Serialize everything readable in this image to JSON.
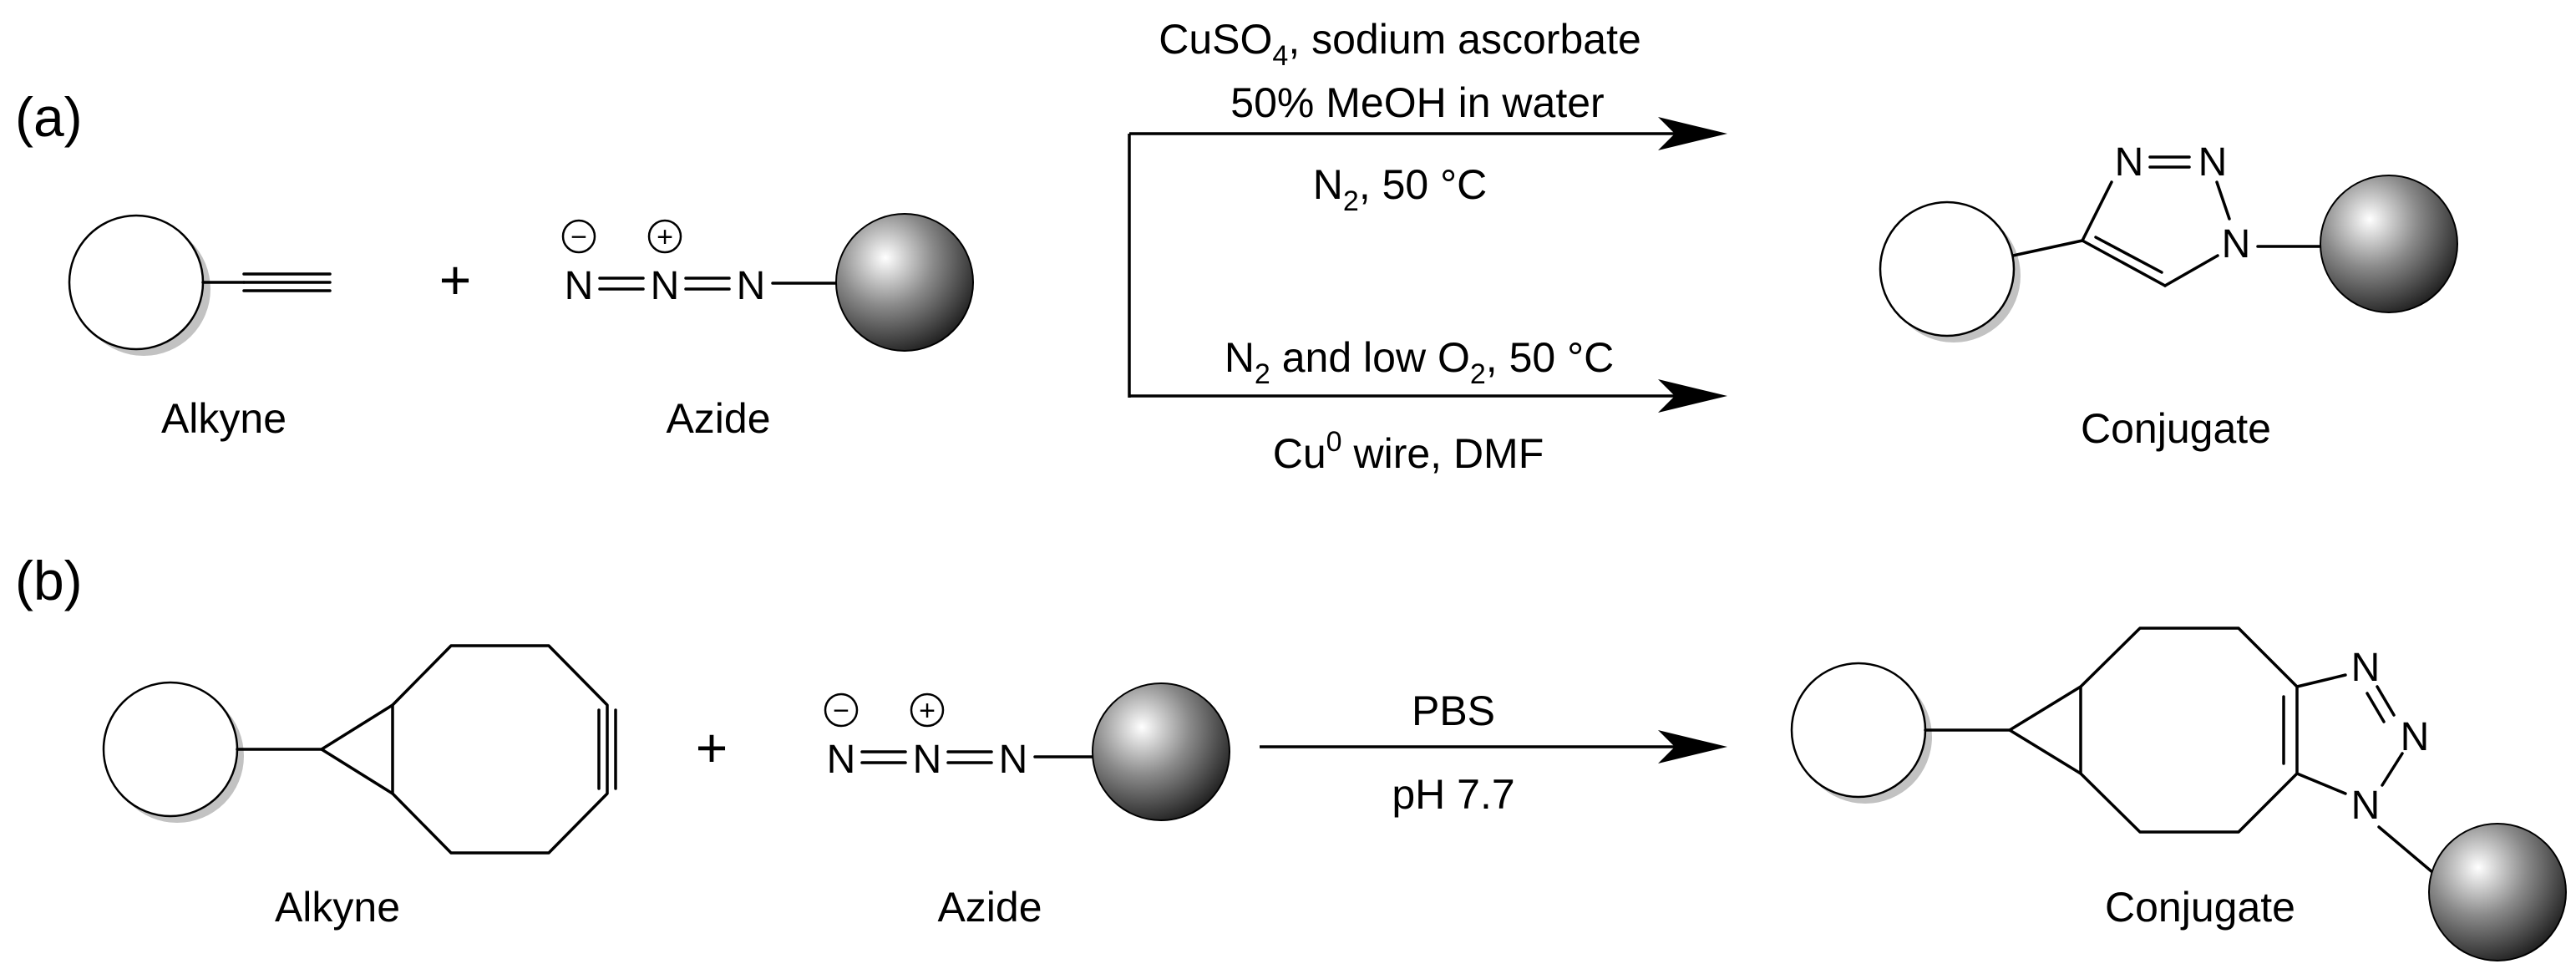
{
  "panels": {
    "a": {
      "label": "(a)",
      "reactant1": "Alkyne",
      "reactant2": "Azide",
      "product": "Conjugate",
      "plus": "+",
      "upper_arrow": {
        "line1_main": "CuSO",
        "line1_sub": "4",
        "line1_rest": ", sodium ascorbate",
        "line2": "50% MeOH in water",
        "below_main": "N",
        "below_sub": "2",
        "below_rest": ", 50 °C"
      },
      "lower_arrow": {
        "above_n": "N",
        "above_n_sub": "2",
        "above_mid": " and low O",
        "above_o_sub": "2",
        "above_rest": ", 50 °C",
        "below_main": "Cu",
        "below_sup": "0",
        "below_rest": " wire, DMF"
      }
    },
    "b": {
      "label": "(b)",
      "reactant1": "Alkyne",
      "reactant2": "Azide",
      "product": "Conjugate",
      "plus": "+",
      "arrow_above": "PBS",
      "arrow_below": "pH 7.7"
    }
  },
  "atoms": {
    "nitrogen": "N",
    "negative_charge": "−",
    "positive_charge": "+"
  },
  "colors": {
    "line": "#000000",
    "shadow": "#c2c2c2",
    "sphere_highlight": "#ffffff",
    "sphere_dark": "#111111"
  }
}
